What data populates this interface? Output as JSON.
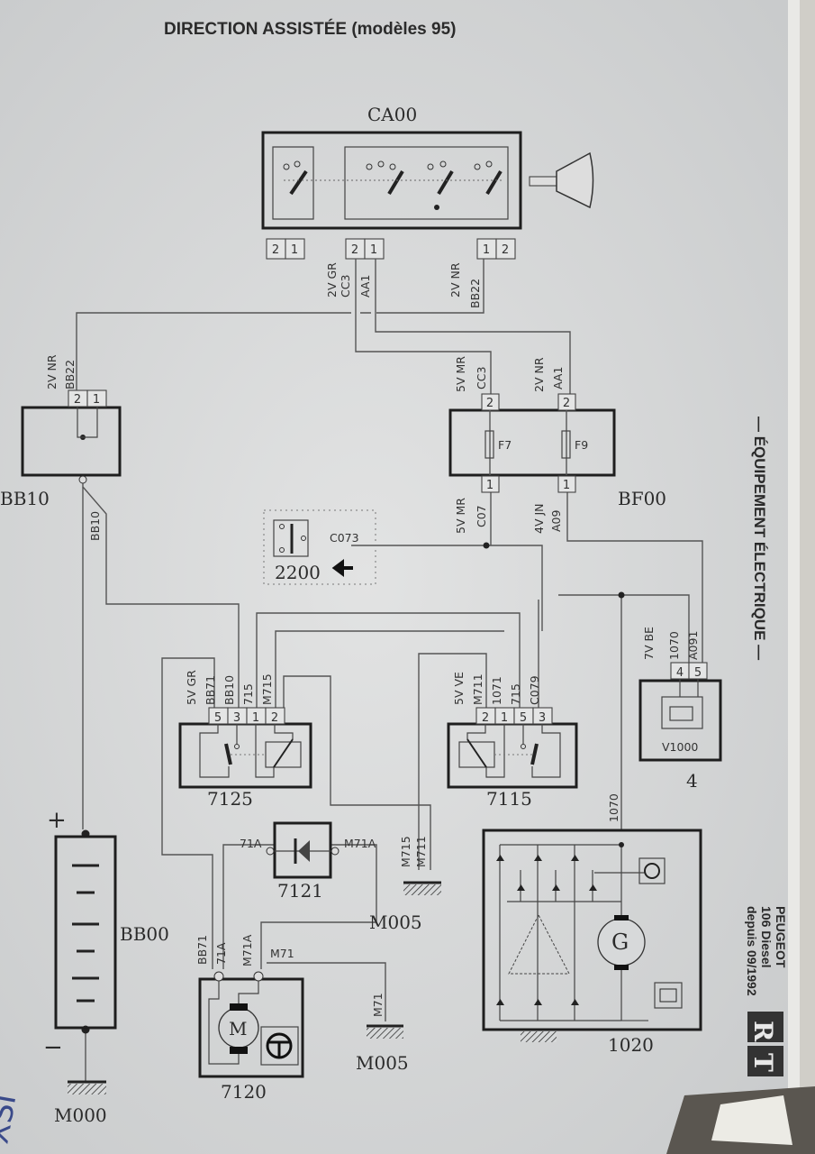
{
  "title": "DIRECTION ASSISTÉE (modèles 95)",
  "side_header": "— ÉQUIPEMENT ÉLECTRIQUE —",
  "vehicle": {
    "make": "PEUGEOT",
    "model": "106 Diesel",
    "since": "depuis 09/1992"
  },
  "logo": "RTA",
  "handwritten_note": "XSI",
  "ca00": {
    "label": "CA00",
    "pins_a": [
      "2",
      "1"
    ],
    "pins_b": [
      "2",
      "1"
    ],
    "pins_c": [
      "1",
      "2"
    ],
    "wire_b": [
      "2V GR",
      "CC3",
      "AA1"
    ],
    "wire_c": [
      "2V NR",
      "BB22"
    ]
  },
  "bf00": {
    "label": "BF00",
    "fuses": [
      "F7",
      "F9"
    ],
    "top_pins": [
      "2",
      "2"
    ],
    "bottom_pins": [
      "1",
      "1"
    ],
    "wire_top_1": [
      "5V MR",
      "CC3"
    ],
    "wire_top_2": [
      "2V NR",
      "AA1"
    ],
    "wire_bot_1": [
      "5V MR",
      "C07"
    ],
    "wire_bot_2": [
      "4V JN",
      "A09"
    ]
  },
  "bb10": {
    "label": "BB10",
    "pins": [
      "2",
      "1"
    ],
    "wire_top": [
      "2V NR",
      "BB22"
    ],
    "wire_out": "BB10"
  },
  "s2200": {
    "label": "2200",
    "wire": "C073"
  },
  "r7125": {
    "label": "7125",
    "pins": [
      "5",
      "3",
      "1",
      "2"
    ],
    "wires": [
      "5V GR",
      "BB71",
      "BB10",
      "715",
      "M715"
    ]
  },
  "r7115": {
    "label": "7115",
    "pins": [
      "2",
      "1",
      "5",
      "3"
    ],
    "wires": [
      "5V VE",
      "M711",
      "1071",
      "715",
      "C079"
    ]
  },
  "v1000": {
    "label": "V1000",
    "pins": [
      "4",
      "5"
    ],
    "wires": [
      "7V BE",
      "1070",
      "A091"
    ],
    "sub": "4"
  },
  "d7121": {
    "label": "7121",
    "left": "71A",
    "right": "M71A"
  },
  "g1": {
    "label": "M005",
    "wires": [
      "M715",
      "M711"
    ]
  },
  "bb00": {
    "label": "BB00",
    "plus": "+",
    "minus": "−"
  },
  "m000": {
    "label": "M000"
  },
  "m7120": {
    "label": "7120",
    "motor": "M",
    "wires": [
      "BB71",
      "71A",
      "M71A",
      "M71"
    ]
  },
  "g2": {
    "label": "M005",
    "wire": "M71"
  },
  "alt1020": {
    "label": "1020",
    "gen": "G",
    "wire": "1070"
  }
}
